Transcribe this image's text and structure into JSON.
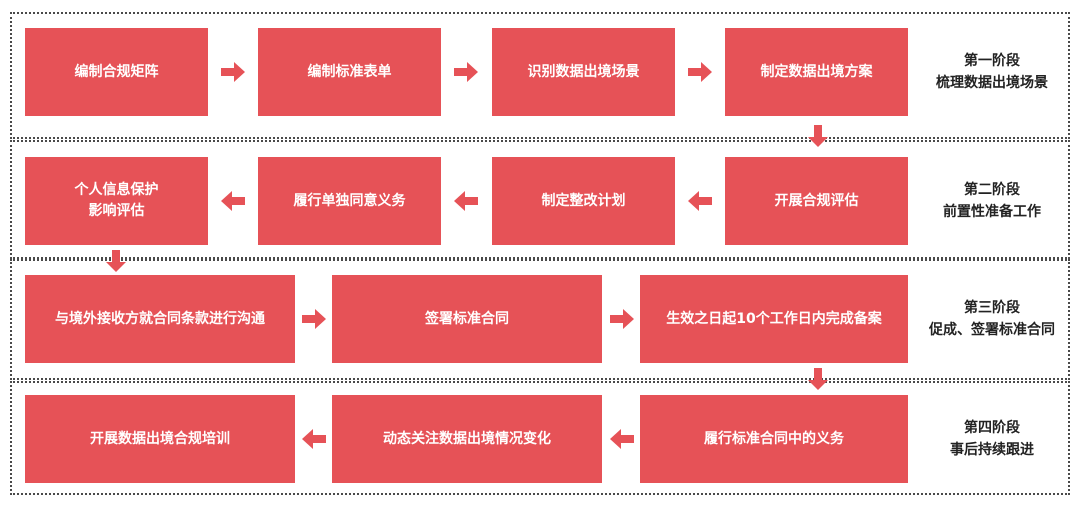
{
  "colors": {
    "box_fill": "#e65257",
    "box_text": "#ffffff",
    "border": "#4a4a4a",
    "label_text": "#222222"
  },
  "stages": [
    {
      "title": "第一阶段",
      "subtitle": "梳理数据出境场景",
      "steps": [
        "编制合规矩阵",
        "编制标准表单",
        "识别数据出境场景",
        "制定数据出境方案"
      ]
    },
    {
      "title": "第二阶段",
      "subtitle": "前置性准备工作",
      "steps": [
        "个人信息保护\n影响评估",
        "履行单独同意义务",
        "制定整改计划",
        "开展合规评估"
      ]
    },
    {
      "title": "第三阶段",
      "subtitle": "促成、签署标准合同",
      "steps": [
        "与境外接收方就合同条款进行沟通",
        "签署标准合同",
        "生效之日起10个工作日内完成备案"
      ]
    },
    {
      "title": "第四阶段",
      "subtitle": "事后持续跟进",
      "steps": [
        "开展数据出境合规培训",
        "动态关注数据出境情况变化",
        "履行标准合同中的义务"
      ]
    }
  ],
  "arrow_icon": "arrow-icon"
}
